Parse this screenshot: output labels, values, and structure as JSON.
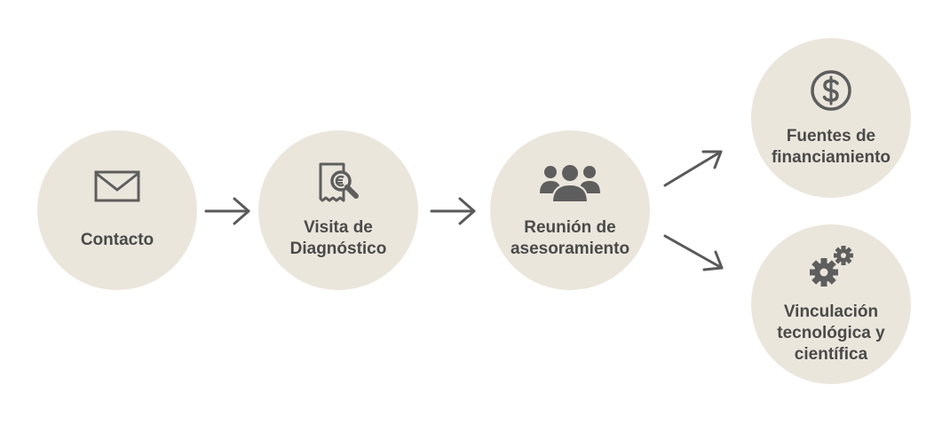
{
  "colors": {
    "node_fill": "#ebe6dc",
    "icon": "#5e5e5e",
    "text": "#4a4a4a",
    "arrow": "#5a5a5a"
  },
  "nodes": {
    "contacto": {
      "label": "Contacto",
      "icon": "envelope-icon"
    },
    "visita": {
      "label": "Visita de\nDiagnóstico",
      "icon": "receipt-search-icon"
    },
    "reunion": {
      "label": "Reunión de\nasesoramiento",
      "icon": "people-group-icon"
    },
    "fuentes": {
      "label": "Fuentes de\nfinanciamiento",
      "icon": "dollar-coin-icon"
    },
    "vinculacion": {
      "label": "Vinculación\ntecnológica y\ncientífica",
      "icon": "gears-icon"
    }
  },
  "edges": [
    {
      "from": "contacto",
      "to": "visita"
    },
    {
      "from": "visita",
      "to": "reunion"
    },
    {
      "from": "reunion",
      "to": "fuentes"
    },
    {
      "from": "reunion",
      "to": "vinculacion"
    }
  ]
}
